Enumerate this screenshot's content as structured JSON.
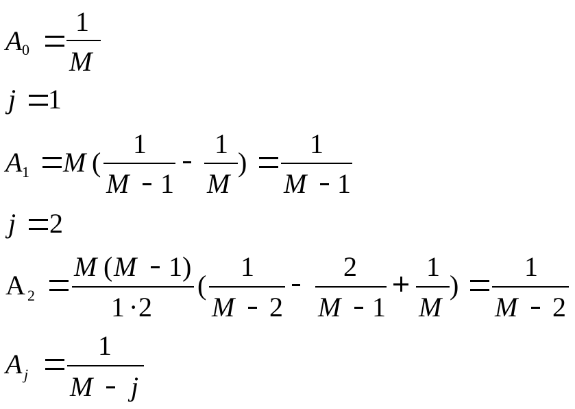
{
  "eq0": {
    "lhs": "A",
    "sub": "0",
    "num": "1",
    "den": "M"
  },
  "j1": {
    "var": "j",
    "val": "1"
  },
  "eq1": {
    "lhs": "A",
    "sub": "1",
    "coef": "M",
    "lparen": "(",
    "f1_num": "1",
    "f1_den_var": "M",
    "f1_den_tail": "1",
    "f2_num": "1",
    "f2_den": "M",
    "rparen": ")",
    "r_num": "1",
    "r_den_var": "M",
    "r_den_tail": "1"
  },
  "j2": {
    "var": "j",
    "val": "2"
  },
  "eq2": {
    "lhs": "A",
    "sub": "2",
    "c_num_m1": "M",
    "c_num_lp": "(",
    "c_num_m2": "M",
    "c_num_tail": "1)",
    "c_den_a": "1",
    "c_den_dot": "·",
    "c_den_b": "2",
    "lparen": "(",
    "f1_num": "1",
    "f1_den_var": "M",
    "f1_den_tail": "2",
    "f2_num": "2",
    "f2_den_var": "M",
    "f2_den_tail": "1",
    "f3_num": "1",
    "f3_den": "M",
    "rparen": ")",
    "r_num": "1",
    "r_den_var": "M",
    "r_den_tail": "2"
  },
  "eqj": {
    "lhs": "A",
    "sub": "j",
    "num": "1",
    "den_var": "M",
    "den_tail": "j"
  }
}
